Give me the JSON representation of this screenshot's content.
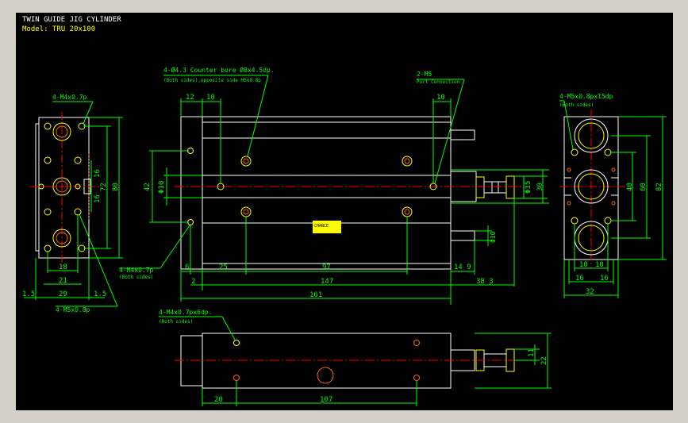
{
  "header": {
    "title": "TWIN GUIDE JIG CYLINDER",
    "model": "Model: TRU 20x100"
  },
  "colors": {
    "background": "#000000",
    "outline": "#ffffff",
    "dimension": "#00ff00",
    "centerline": "#ff0000",
    "hole": "#ffff00",
    "hidden": "#ff6600"
  },
  "callouts": {
    "counterbore_line1": "4-Ø4.3 Counter bore Ø8x4.5dp.",
    "counterbore_line2": "(Both sides),opposite side M5x0.8p",
    "port_line1": "2-M5",
    "port_line2": "Port Connection",
    "left_top": "4-M4x0.7p",
    "left_bottom": "4-M5x0.8p",
    "front_bottom_line1": "4-M4x0.7p",
    "front_bottom_line2": "(Both sides)",
    "right_top_line1": "4-M5x0.8px15dp",
    "right_top_line2": "(Both sides)",
    "bottom_top_line1": "4-M4x0.7px6dp.",
    "bottom_top_line2": "(Both sides)"
  },
  "dims": {
    "left": {
      "d18": "18",
      "d21": "21",
      "d29": "29",
      "d15l": "1.5",
      "d15r": "1.5",
      "d16a": "16",
      "d16b": "16",
      "d72": "72",
      "d80": "80"
    },
    "front": {
      "d12": "12",
      "d10a": "10",
      "d10b": "10",
      "d42": "42",
      "phi10": "Φ10",
      "phi15": "Φ15",
      "d30": "30",
      "phi10b": "Φ10",
      "d6": "6",
      "d2": "2",
      "d25": "25",
      "d97": "97",
      "d14_9": "14 9",
      "d147": "147",
      "d38_3": "38 3",
      "d161": "161"
    },
    "right": {
      "d10a": "10",
      "d10b": "10",
      "d16a": "16",
      "d16b": "16",
      "d32": "32",
      "d40": "40",
      "d60": "60",
      "d82": "82"
    },
    "bottom": {
      "d20": "20",
      "d107": "107",
      "d11": "11",
      "d22": "22"
    }
  },
  "label_plate": "CHANCE"
}
